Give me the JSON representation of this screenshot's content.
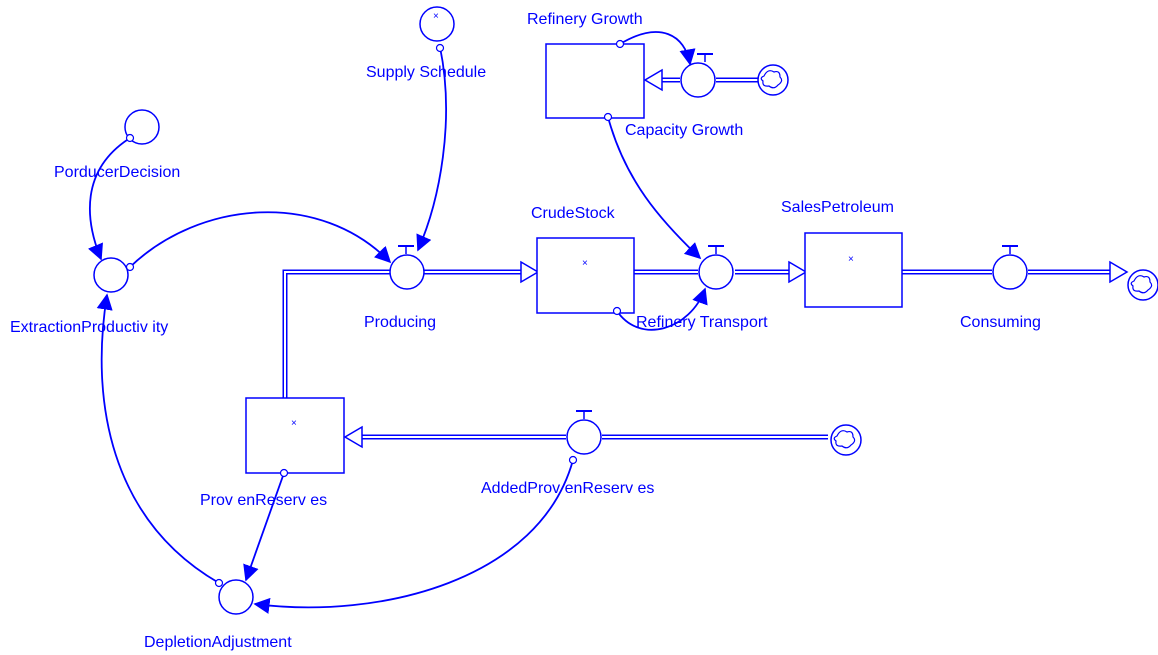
{
  "diagram": {
    "line_color": "#0000ff",
    "background": "#ffffff",
    "stocks": [
      {
        "id": "refinery_growth",
        "label": "Refinery Growth"
      },
      {
        "id": "crude_stock",
        "label": "CrudeStock"
      },
      {
        "id": "sales_petroleum",
        "label": "SalesPetroleum"
      },
      {
        "id": "proven_reserves",
        "label": "Prov enReserv es"
      }
    ],
    "flows": [
      {
        "id": "capacity_growth",
        "label": "Capacity Growth"
      },
      {
        "id": "producing",
        "label": "Producing"
      },
      {
        "id": "refinery_transport",
        "label": "Refinery Transport"
      },
      {
        "id": "consuming",
        "label": "Consuming"
      },
      {
        "id": "added_proven_reserves",
        "label": "AddedProv enReserv es"
      }
    ],
    "auxiliaries": [
      {
        "id": "supply_schedule",
        "label": "Supply Schedule"
      },
      {
        "id": "porducer_decision",
        "label": "PorducerDecision"
      },
      {
        "id": "extraction_productivity",
        "label": "ExtractionProductiv ity"
      },
      {
        "id": "depletion_adjustment",
        "label": "DepletionAdjustment"
      }
    ],
    "clouds": [
      "cloud-icon",
      "cloud-icon",
      "cloud-icon"
    ]
  }
}
